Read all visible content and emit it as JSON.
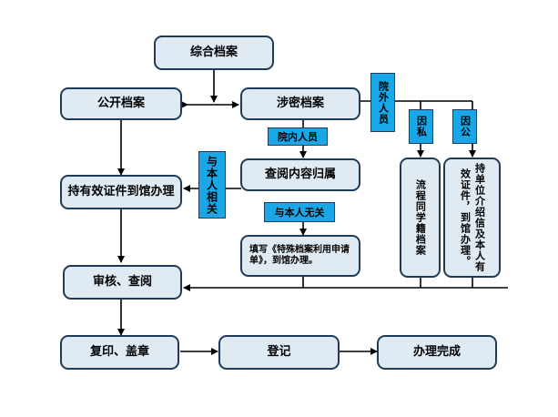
{
  "nodes": {
    "comprehensive_archives": "综合档案",
    "public_archives": "公开档案",
    "classified_archives": "涉密档案",
    "valid_id": "持有效证件到馆办理",
    "check_ownership": "查阅内容归属",
    "special_form": "填写《特殊档案利用申请单》，到馆办理。",
    "review": "审核、查阅",
    "copy_stamp": "复印、盖章",
    "register": "登记",
    "done": "办理完成",
    "flow_students": "流程同学籍档案",
    "letter_holder": "持单位介绍信及本人有效证件，到馆办理。"
  },
  "tags": {
    "external": "院外人员",
    "internal": "院内人员",
    "related_self": "与本人相关",
    "unrelated_self": "与本人无关",
    "private": "因私",
    "official": "因公"
  },
  "colors": {
    "box_fill": "#dfeaf3",
    "border": "#1f3b57",
    "tag_fill": "#1aa7e8",
    "line": "#000000"
  }
}
